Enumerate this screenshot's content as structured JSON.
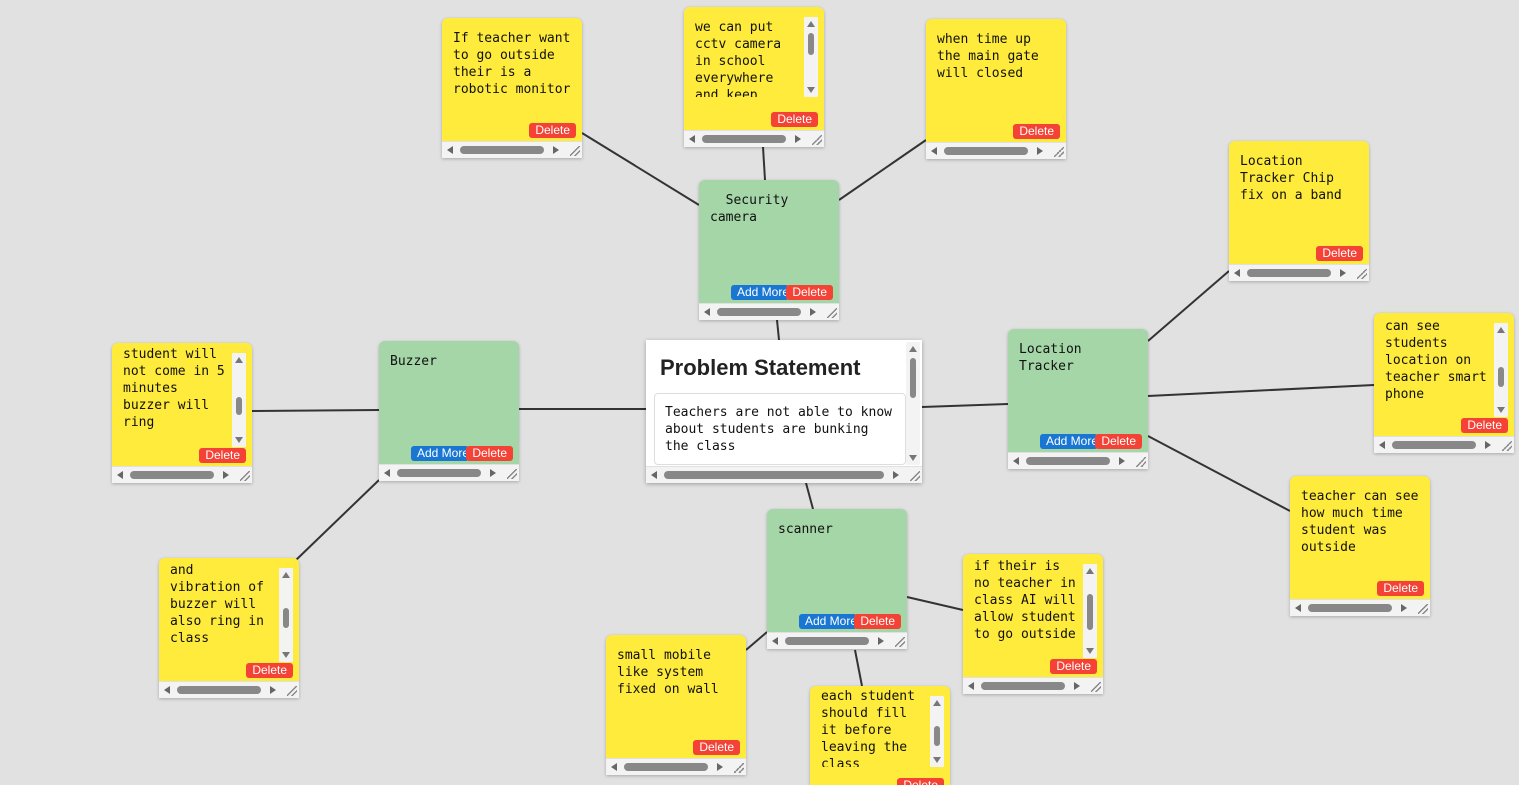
{
  "problem": {
    "title": "Problem Statement",
    "text": "Teachers are not able to know about students are bunking the class"
  },
  "buttons": {
    "delete": "Delete",
    "add_more": "Add More"
  },
  "topics": [
    {
      "id": "security",
      "text": "  Security\ncamera"
    },
    {
      "id": "buzzer",
      "text": "Buzzer"
    },
    {
      "id": "location",
      "text": "Location\nTracker"
    },
    {
      "id": "scanner",
      "text": "scanner"
    }
  ],
  "notes": [
    {
      "id": "robotic",
      "text": "If teacher want\nto go outside\ntheir is a\nrobotic monitor"
    },
    {
      "id": "cctv",
      "text": "we can put\ncctv camera\nin school\neverywhere\nand keep"
    },
    {
      "id": "gate",
      "text": "when time up\nthe main gate\nwill closed"
    },
    {
      "id": "chip",
      "text": "Location\nTracker Chip\nfix on a band"
    },
    {
      "id": "phone",
      "text": "can see\nstudents\nlocation on\nteacher smart\nphone"
    },
    {
      "id": "time",
      "text": "teacher can see\nhow much time\nstudent was\noutside"
    },
    {
      "id": "ai",
      "text": "if their is\nno teacher in\nclass AI will\nallow student\nto go outside"
    },
    {
      "id": "fill",
      "text": "each student\nshould fill\nit before\nleaving the\nclass"
    },
    {
      "id": "mobile",
      "text": "small mobile\nlike system\nfixed on wall"
    },
    {
      "id": "vibration",
      "text": "and\nvibration of\nbuzzer will\nalso ring in\nclass"
    },
    {
      "id": "fivemin",
      "text": "student will\nnot come in 5\nminutes\nbuzzer will\nring"
    }
  ]
}
